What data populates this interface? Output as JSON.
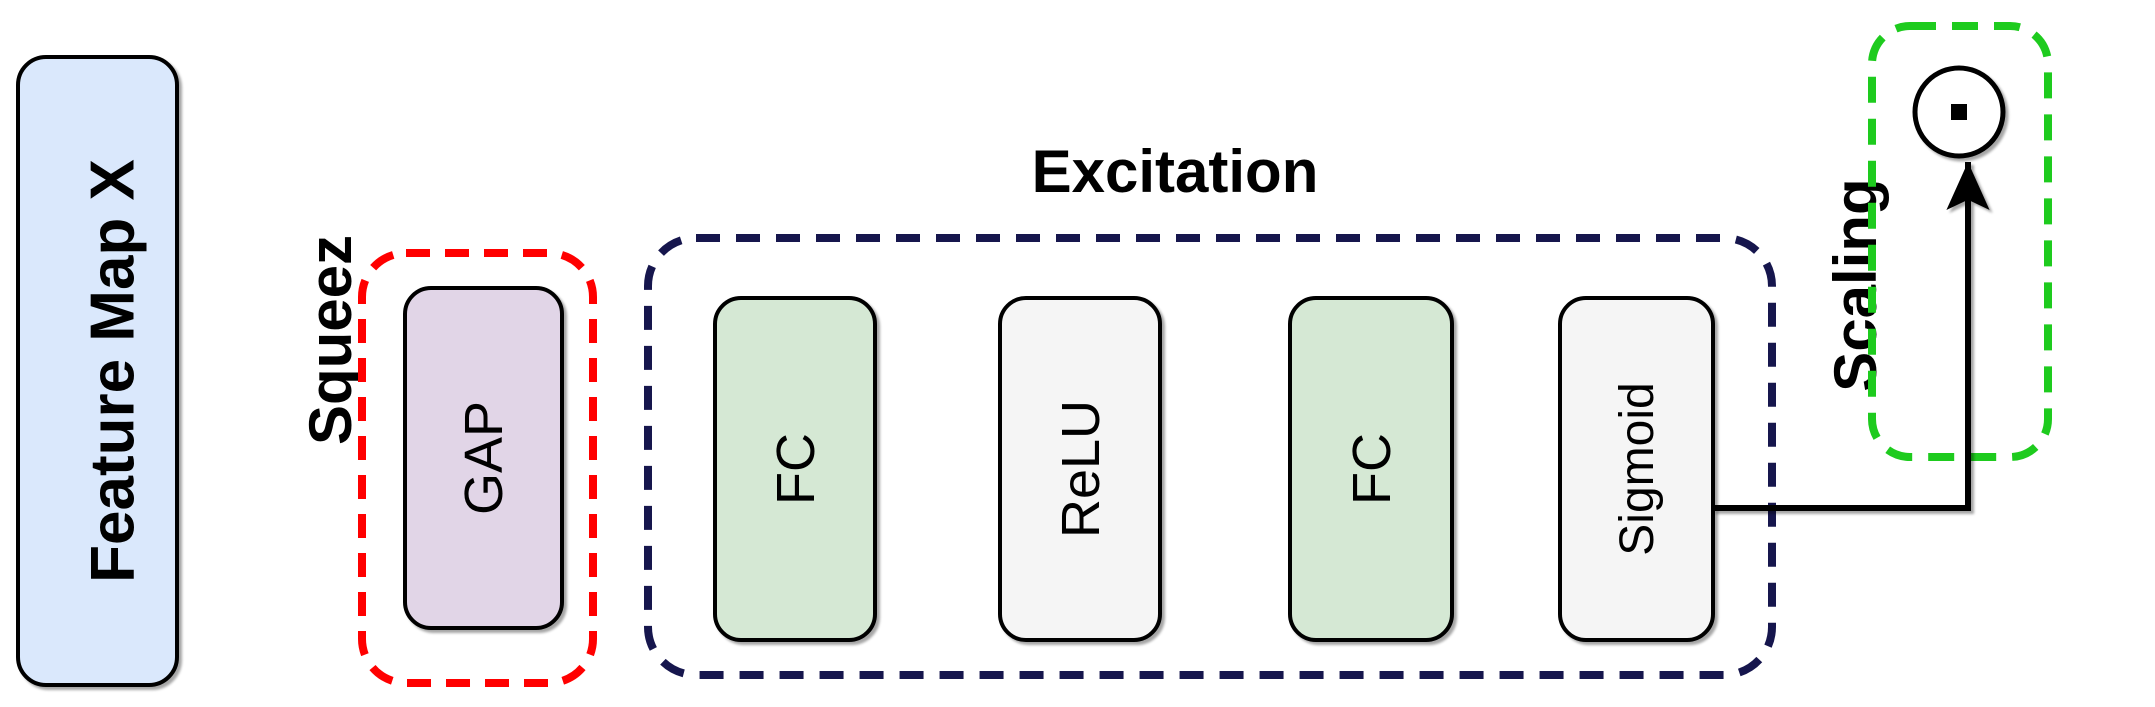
{
  "diagram": {
    "region_labels": {
      "squeeze": "Squeez",
      "excitation": "Excitation",
      "scaling": "Scaling"
    },
    "nodes": {
      "feature_map": {
        "label": "Feature Map X",
        "fill": "#DAE8FC"
      },
      "gap": {
        "label": "GAP",
        "fill": "#E1D5E7"
      },
      "fc1": {
        "label": "FC",
        "fill": "#D5E8D4"
      },
      "relu": {
        "label": "ReLU",
        "fill": "#F5F5F5"
      },
      "fc2": {
        "label": "FC",
        "fill": "#D5E8D4"
      },
      "sigmoid": {
        "label": "Sigmoid",
        "fill": "#F5F5F5"
      }
    },
    "operators": {
      "elementwise_product": {
        "icon": "circle-dot"
      }
    },
    "colors": {
      "squeeze_region_border": "#FF0000",
      "excitation_region_border": "#16164D",
      "scaling_region_border": "#1ECB1E",
      "line": "#000000"
    }
  }
}
